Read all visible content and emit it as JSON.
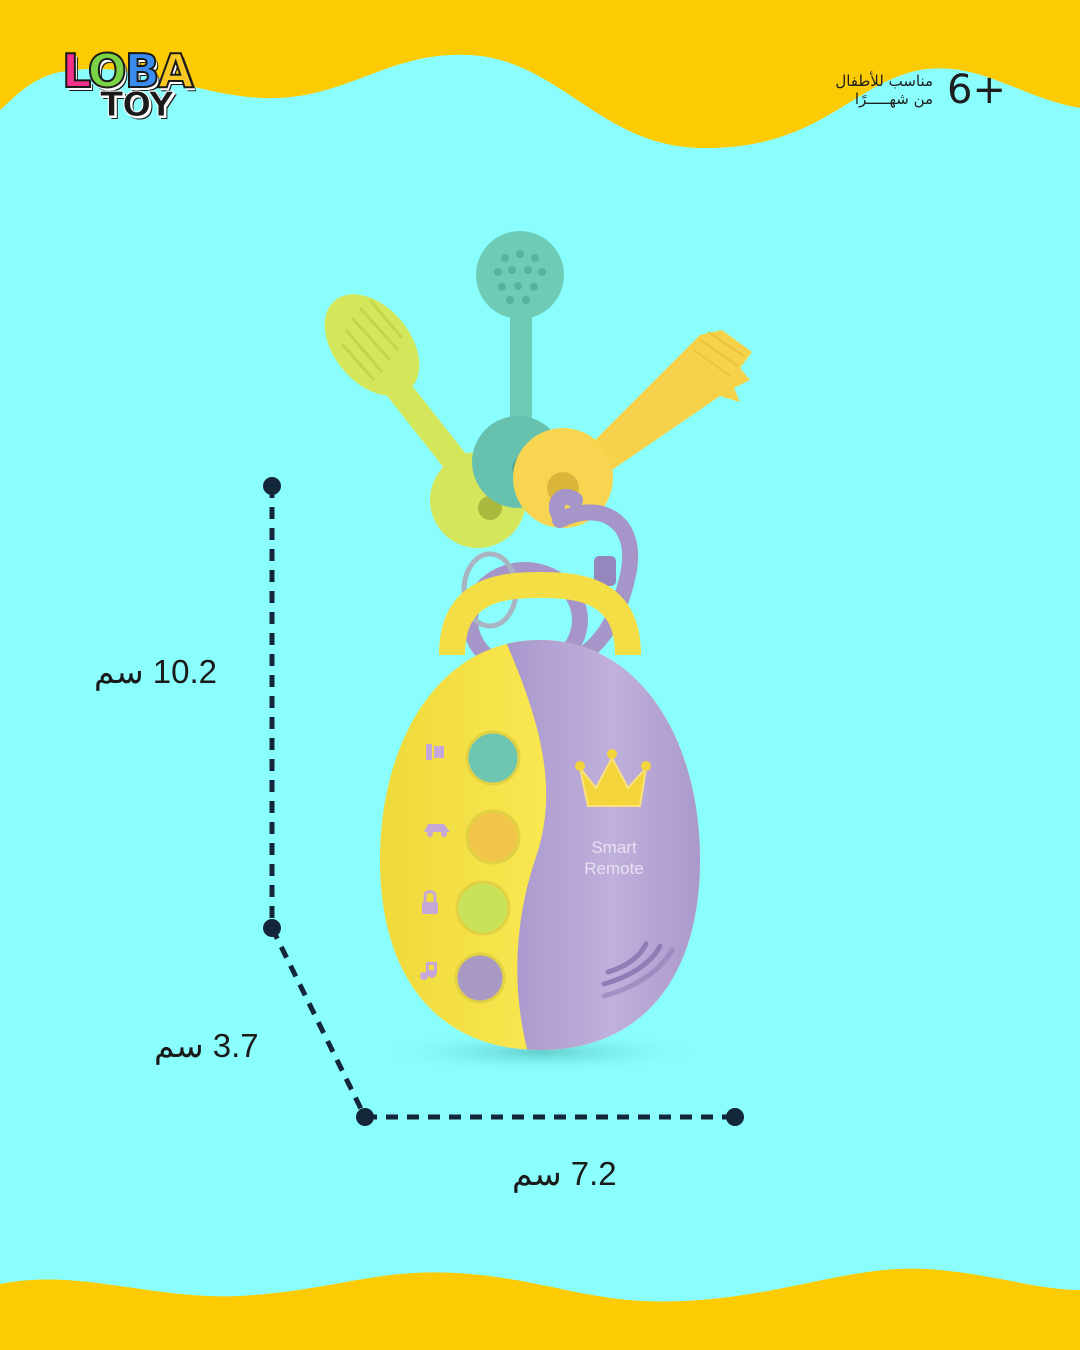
{
  "brand": {
    "logo_row1": [
      "L",
      "O",
      "B",
      "A"
    ],
    "logo_row2": "TOY",
    "logo_colors": [
      "#F4308C",
      "#7BD445",
      "#3B8CF0",
      "#F9C824"
    ]
  },
  "age_badge": {
    "line1": "مناسب للأطفال",
    "line2": "من شهـــــرًا",
    "number": "6+"
  },
  "dimensions": {
    "height": "10.2 سم",
    "depth": "3.7 سم",
    "width": "7.2 سم"
  },
  "product": {
    "remote_label_line1": "Smart",
    "remote_label_line2": "Remote",
    "icons": [
      "crown-icon",
      "flashlight-icon",
      "car-icon",
      "lock-icon",
      "music-note-icon",
      "speaker-icon"
    ]
  },
  "colors": {
    "background": "#8AFEFD",
    "wave": "#FDCB04",
    "dimension_line": "#14263A",
    "toy_yellow": "#F6E54A",
    "toy_lavender": "#B8A6D6",
    "key_teal": "#6CC9B4",
    "key_lime": "#D9E85A",
    "key_yellow": "#F7D550"
  }
}
